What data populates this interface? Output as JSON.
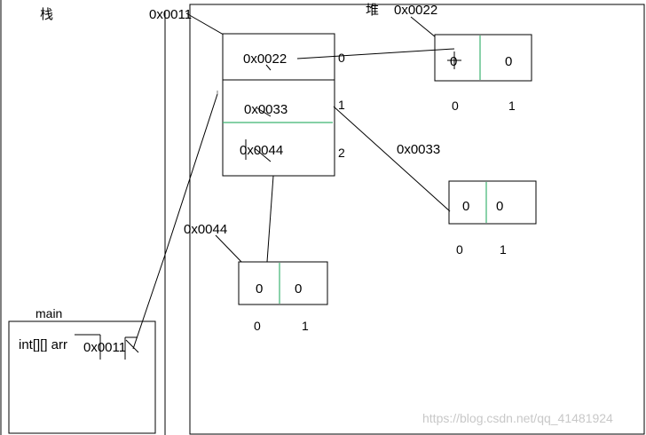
{
  "stack": {
    "label": "栈",
    "main_label": "main",
    "var_label": "int[][] arr",
    "var_value": "0x0011"
  },
  "heap": {
    "label": "堆",
    "outer_array": {
      "address": "0x0011",
      "cells": [
        "0x0022",
        "0x0033",
        "0x0044"
      ],
      "indices": [
        "0",
        "1",
        "2"
      ]
    },
    "inner_arrays": [
      {
        "address": "0x0022",
        "cells": [
          "0",
          "0"
        ],
        "indices": [
          "0",
          "1"
        ]
      },
      {
        "address": "0x0033",
        "cells": [
          "0",
          "0"
        ],
        "indices": [
          "0",
          "1"
        ]
      },
      {
        "address": "0x0044",
        "cells": [
          "0",
          "0"
        ],
        "indices": [
          "0",
          "1"
        ]
      }
    ]
  },
  "watermark": "https://blog.csdn.net/qq_41481924",
  "colors": {
    "line": "#000000",
    "divider": "#3cb371",
    "watermark": "#c8c8c8"
  }
}
